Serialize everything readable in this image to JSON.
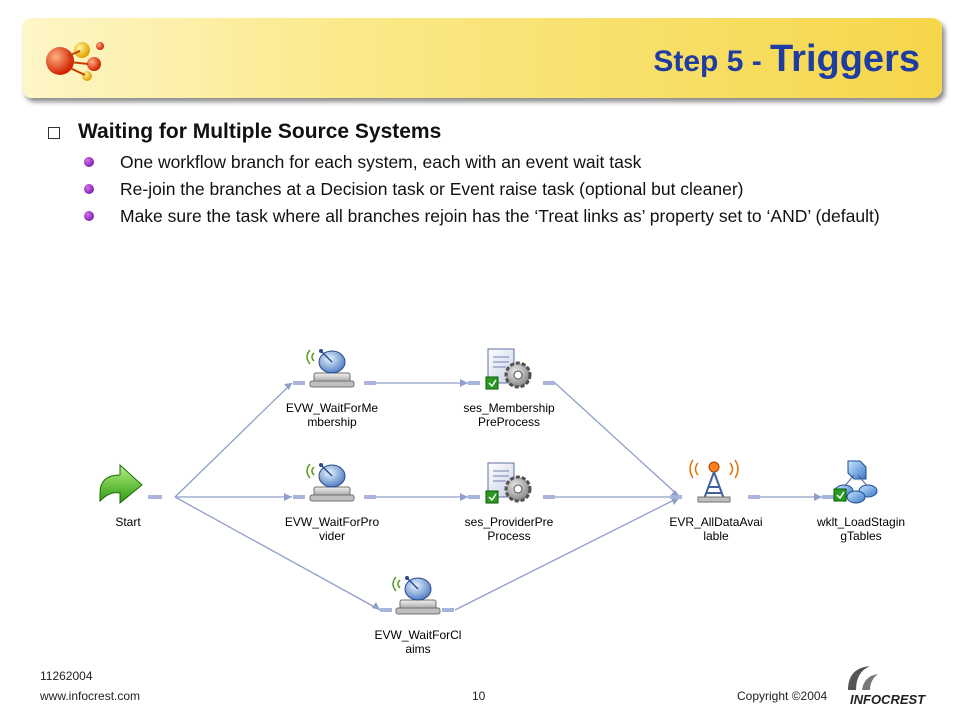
{
  "header": {
    "title_lead": "Step 5 - ",
    "title_main": "Triggers"
  },
  "bullets": {
    "heading": "Waiting for Multiple Source Systems",
    "items": [
      "One workflow branch for each system, each with an event wait task",
      "Re-join the branches at a Decision task or Event raise task (optional but cleaner)",
      "Make sure the task where all branches rejoin has the ‘Treat links as’ property set to ‘AND’ (default)"
    ]
  },
  "diagram": {
    "nodes": {
      "start": [
        "Start"
      ],
      "wait_membership": [
        "EVW_WaitForMe",
        "mbership"
      ],
      "ses_membership": [
        "ses_Membership",
        "PreProcess"
      ],
      "wait_provider": [
        "EVW_WaitForPro",
        "vider"
      ],
      "ses_provider": [
        "ses_ProviderPre",
        "Process"
      ],
      "raise_all": [
        "EVR_AllDataAvai",
        "lable"
      ],
      "worklet_load": [
        "wklt_LoadStagin",
        "gTables"
      ],
      "wait_claims": [
        "EVW_WaitForCl",
        "aims"
      ]
    },
    "colors": {
      "link": "#8fa0c8",
      "link_stub": "#a8b4dc"
    }
  },
  "footer": {
    "date": "11262004",
    "url": "www.infocrest.com",
    "page": "10",
    "copyright": "Copyright ©2004",
    "brand": "INFOCREST"
  },
  "colors": {
    "title": "#1f3da0",
    "bullet": "#7a10b0"
  }
}
